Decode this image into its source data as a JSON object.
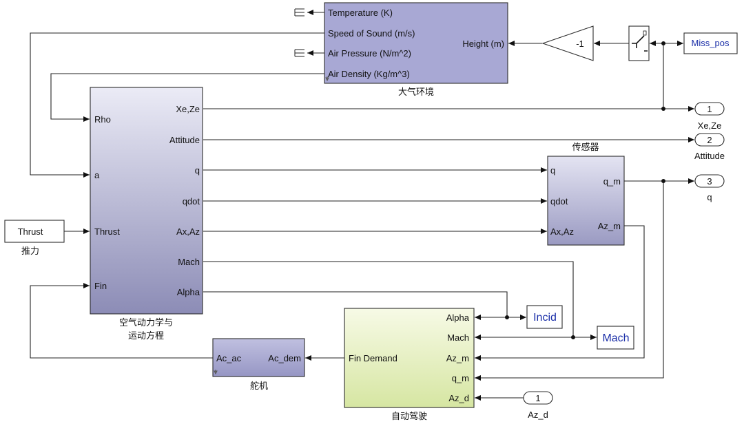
{
  "atmosphere": {
    "caption": "大气环境",
    "outputs": [
      "Temperature (K)",
      "Speed of Sound (m/s)",
      "Air Pressure (N/m^2)",
      "Air Density (Kg/m^3)"
    ],
    "input": "Height (m)"
  },
  "gain": {
    "value": "-1"
  },
  "goto_miss_pos": "Miss_pos",
  "dynamics": {
    "caption_line1": "空气动力学与",
    "caption_line2": "运动方程",
    "inputs": [
      "Rho",
      "a",
      "Thrust",
      "Fin"
    ],
    "outputs": [
      "Xe,Ze",
      "Attitude",
      "q",
      "qdot",
      "Ax,Az",
      "Mach",
      "Alpha"
    ]
  },
  "thrust": {
    "label": "Thrust",
    "caption": "推力"
  },
  "sensors": {
    "caption": "传感器",
    "inputs": [
      "q",
      "qdot",
      "Ax,Az"
    ],
    "outputs": [
      "q_m",
      "Az_m"
    ]
  },
  "outports": [
    {
      "num": "1",
      "label": "Xe,Ze"
    },
    {
      "num": "2",
      "label": "Attitude"
    },
    {
      "num": "3",
      "label": "q"
    }
  ],
  "goto_incid": "Incid",
  "goto_mach": "Mach",
  "actuator": {
    "caption": "舵机",
    "input": "Ac_ac",
    "output": "Ac_dem"
  },
  "autopilot": {
    "caption": "自动驾驶",
    "inputs": [
      "Alpha",
      "Mach",
      "Az_m",
      "q_m",
      "Az_d"
    ],
    "output": "Fin Demand"
  },
  "inport_az_d": {
    "num": "1",
    "label": "Az_d"
  },
  "colors": {
    "atmosphere_fill": "#a8a8d4",
    "dynamics_top": "#e8e8f4",
    "dynamics_bottom": "#8e8eb8",
    "autopilot_top": "#f6f9e2",
    "autopilot_bottom": "#d9e8a8",
    "goto_text": "#1a2ea8"
  }
}
